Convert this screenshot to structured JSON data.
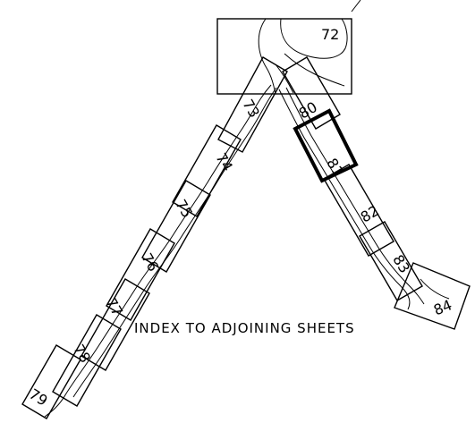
{
  "title": "INDEX TO ADJOINING SHEETS",
  "sheets": {
    "s72": "72",
    "s73": "73",
    "s74": "74",
    "s75": "75",
    "s76": "76",
    "s77": "77",
    "s78": "78",
    "s79": "79",
    "s80": "80",
    "s81": "81",
    "s82": "82",
    "s83": "83",
    "s84": "84"
  },
  "current_sheet": "81"
}
